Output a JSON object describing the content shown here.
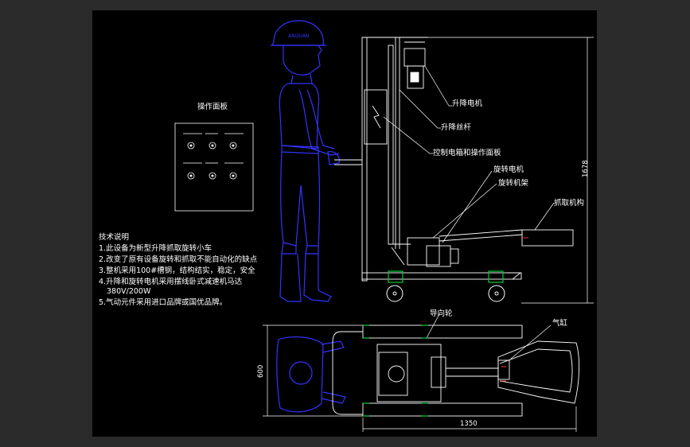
{
  "panel": {
    "title": "操作面板"
  },
  "notes": {
    "heading": "技术说明",
    "lines": [
      "1.此设备为新型升降抓取旋转小车",
      "2.改变了原有设备旋转和抓取不能自动化的缺点",
      "3.整机采用100#槽钢，结构结实，稳定，安全",
      "4.升降和旋转电机采用摆线卧式减速机马达",
      "380V/200W",
      "5.气动元件采用进口品牌或国优品牌。"
    ]
  },
  "callouts": {
    "lift_motor": "升降电机",
    "lift_screw": "升降丝杆",
    "control_box": "控制电箱和操作面板",
    "rotate_motor": "旋转电机",
    "rotate_frame": "旋转机架",
    "gripper": "抓取机构",
    "guide_wheel": "导向轮",
    "cylinder": "气缸"
  },
  "dimensions": {
    "height": "1678",
    "width": "600",
    "length": "1350"
  },
  "colors": {
    "background": "#000000",
    "frame": "#2b2b2b",
    "outline": "#ffffff",
    "figure": "#3333ff",
    "wheels": "#00cc33",
    "accent": "#ff3333",
    "mechanism": "#ffffff"
  }
}
